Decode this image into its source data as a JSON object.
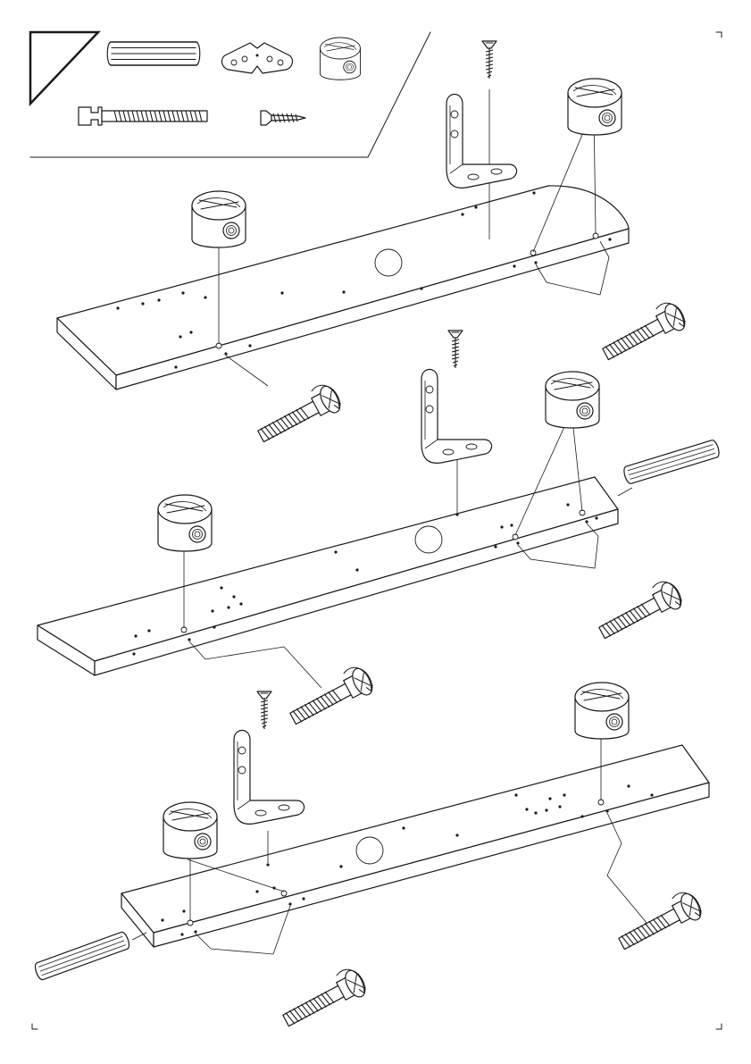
{
  "colors": {
    "line": "#1a1a1a",
    "background": "#ffffff",
    "panel_fill": "#ffffff"
  },
  "icons": {
    "dowel": "wooden-dowel-icon",
    "bracket": "angle-bracket-icon",
    "barrel_nut": "cam-barrel-nut-icon",
    "bolt": "connector-bolt-icon",
    "screw": "wood-screw-icon"
  },
  "diagram": {
    "steps": [
      {
        "panel": "shelf-panel-top"
      },
      {
        "panel": "shelf-panel-middle"
      },
      {
        "panel": "shelf-panel-bottom"
      }
    ]
  }
}
